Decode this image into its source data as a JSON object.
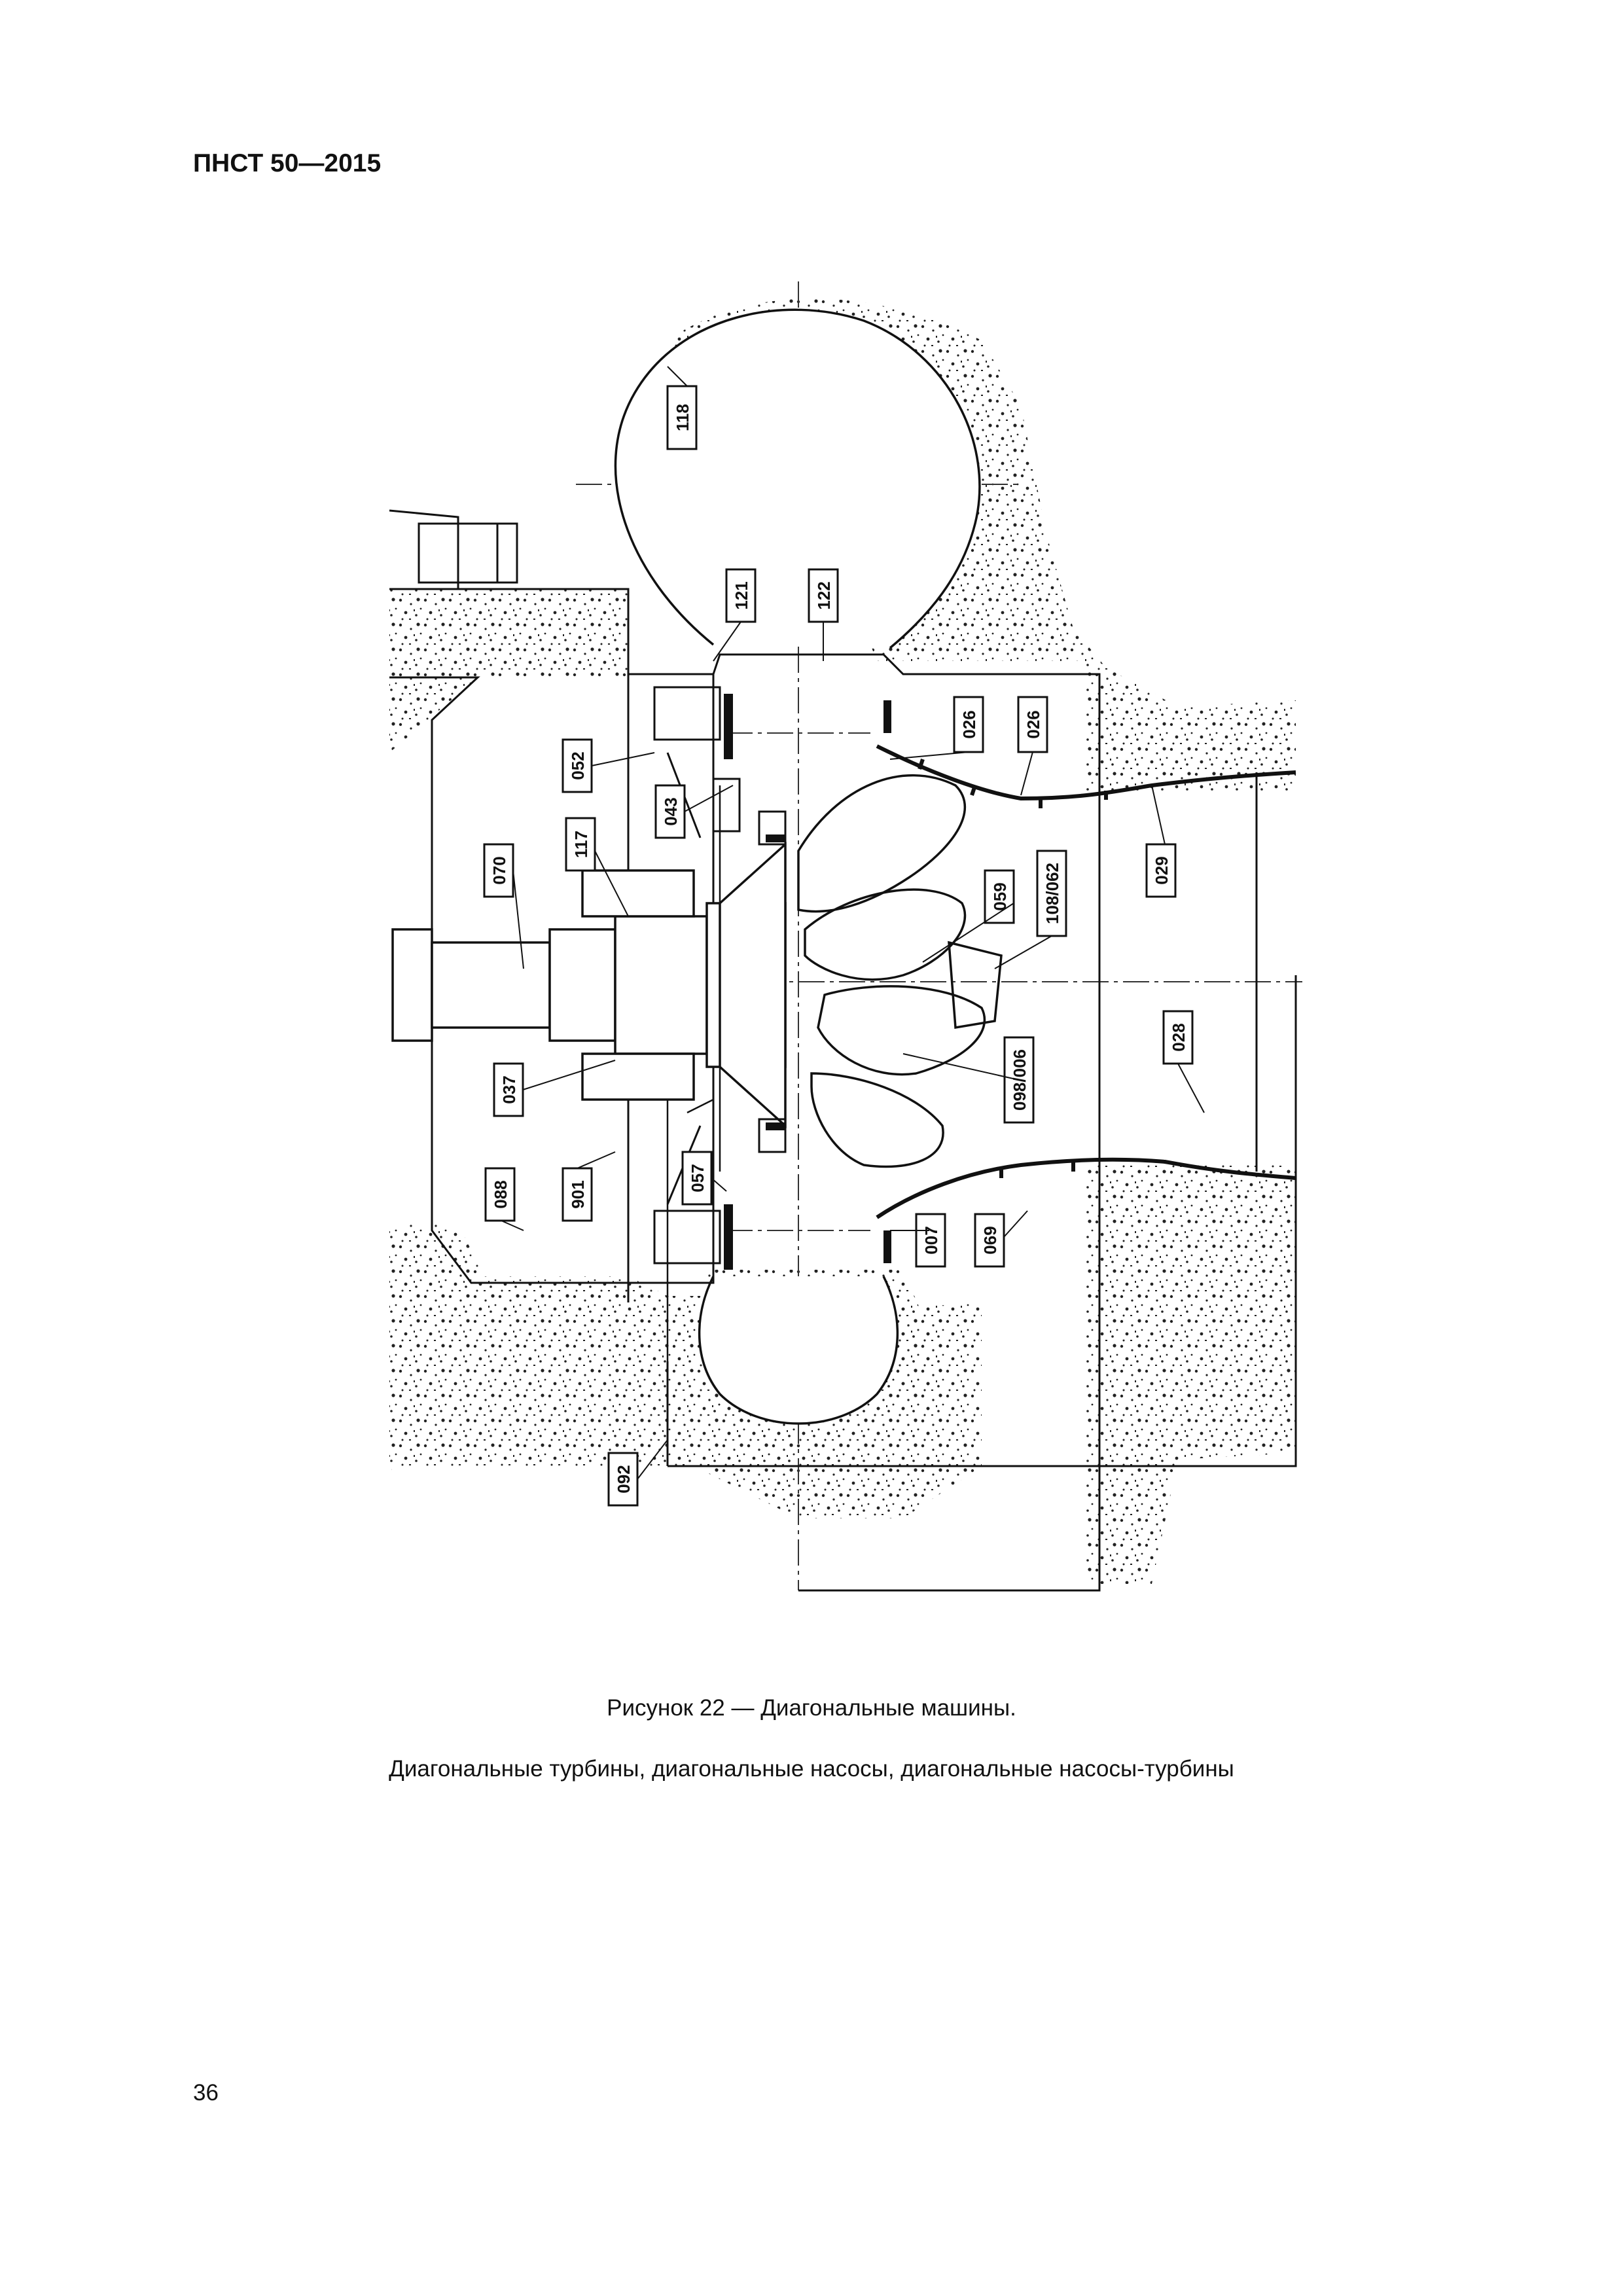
{
  "header": {
    "doc_code": "ПНСТ 50—2015"
  },
  "figure": {
    "labels": [
      "118",
      "121",
      "122",
      "026",
      "026",
      "052",
      "043",
      "117",
      "070",
      "059",
      "108/062",
      "029",
      "028",
      "098/006",
      "037",
      "088",
      "901",
      "057",
      "007",
      "069",
      "092"
    ]
  },
  "caption": {
    "line1": "Рисунок 22 — Диагональные машины.",
    "line2": "Диагональные турбины, диагональные насосы, диагональные насосы-турбины"
  },
  "page_number": "36"
}
